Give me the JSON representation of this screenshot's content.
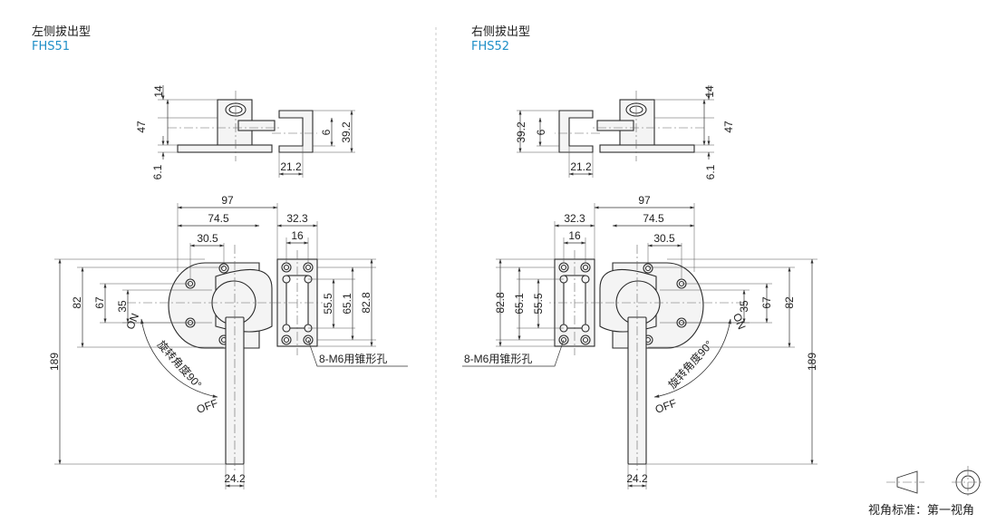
{
  "left": {
    "title": "左侧拔出型",
    "code": "FHS51",
    "dims": {
      "top_14": "14",
      "top_47": "47",
      "top_6_1": "6.1",
      "top_6": "6",
      "top_39_2": "39.2",
      "top_21_2": "21.2",
      "w97": "97",
      "w74_5": "74.5",
      "w30_5": "30.5",
      "w32_3": "32.3",
      "w16": "16",
      "h82": "82",
      "h67": "67",
      "h35": "35",
      "h55_5": "55.5",
      "h65_1": "65.1",
      "h82_8": "82.8",
      "h189": "189",
      "w24_2": "24.2"
    },
    "note": "8-M6用锥形孔",
    "on": "ON",
    "off": "OFF",
    "rotation": "旋转角度90°"
  },
  "right": {
    "title": "右侧拔出型",
    "code": "FHS52",
    "dims": {
      "top_14": "14",
      "top_47": "47",
      "top_6_1": "6.1",
      "top_6": "6",
      "top_39_2": "39.2",
      "top_21_2": "21.2",
      "w97": "97",
      "w74_5": "74.5",
      "w30_5": "30.5",
      "w32_3": "32.3",
      "w16": "16",
      "h82": "82",
      "h67": "67",
      "h35": "35",
      "h55_5": "55.5",
      "h65_1": "65.1",
      "h82_8": "82.8",
      "h189": "189",
      "w24_2": "24.2"
    },
    "note": "8-M6用锥形孔",
    "on": "ON",
    "off": "OFF",
    "rotation": "旋转角度90°"
  },
  "projection_label": "视角标准：第一视角"
}
